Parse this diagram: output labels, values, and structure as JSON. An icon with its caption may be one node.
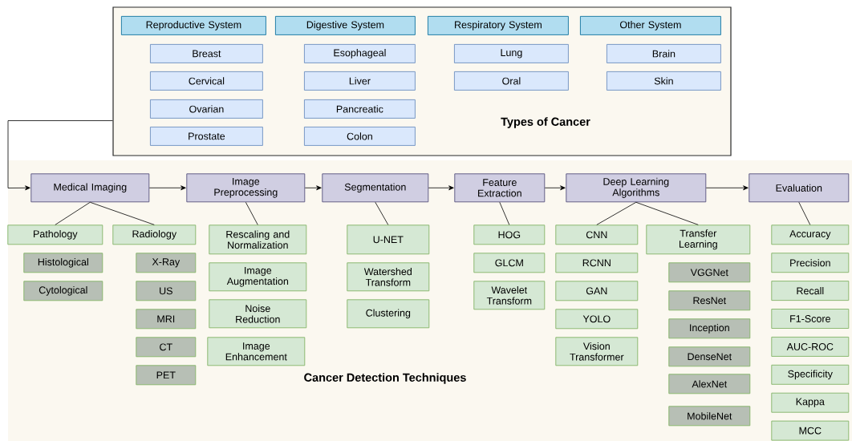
{
  "diagram": {
    "nodes": [
      {
        "text": [
          "Types of Cancer"
        ]
      },
      {
        "text": [
          "Reproductive System"
        ],
        "in": 0
      },
      {
        "text": [
          "Breast"
        ],
        "in": 0
      },
      {
        "text": [
          "Cervical"
        ],
        "in": 0
      },
      {
        "text": [
          "Ovarian"
        ],
        "in": 0
      },
      {
        "text": [
          "Prostate"
        ],
        "in": 0
      },
      {
        "text": [
          "Digestive System"
        ],
        "in": 0
      },
      {
        "text": [
          "Esophageal"
        ],
        "in": 0
      },
      {
        "text": [
          "Liver"
        ],
        "in": 0
      },
      {
        "text": [
          "Pancreatic"
        ],
        "in": 0
      },
      {
        "text": [
          "Colon"
        ],
        "in": 0
      },
      {
        "text": [
          "Respiratory System"
        ],
        "in": 0
      },
      {
        "text": [
          "Lung"
        ],
        "in": 0
      },
      {
        "text": [
          "Oral"
        ],
        "in": 0
      },
      {
        "text": [
          "Other System"
        ],
        "in": 0
      },
      {
        "text": [
          "Brain"
        ],
        "in": 0
      },
      {
        "text": [
          "Skin"
        ],
        "in": 0
      },
      {
        "text": [
          "Cancer Detection Techniques"
        ]
      },
      {
        "text": [
          "Medical Imaging"
        ],
        "in": 17
      },
      {
        "text": [
          "Image Preprocessing"
        ],
        "in": 17
      },
      {
        "text": [
          "Segmentation"
        ],
        "in": 17
      },
      {
        "text": [
          "Feature Extraction"
        ],
        "in": 17
      },
      {
        "text": [
          "Deep Learning Algorithms"
        ],
        "in": 17
      },
      {
        "text": [
          "Evaluation"
        ],
        "in": 17
      },
      {
        "text": [
          "Pathology"
        ],
        "in": 17
      },
      {
        "text": [
          "Histological"
        ],
        "in": 17
      },
      {
        "text": [
          "Cytological"
        ],
        "in": 17
      },
      {
        "text": [
          "Radiology"
        ],
        "in": 17
      },
      {
        "text": [
          "X-Ray"
        ],
        "in": 17
      },
      {
        "text": [
          "US"
        ],
        "in": 17
      },
      {
        "text": [
          "MRI"
        ],
        "in": 17
      },
      {
        "text": [
          "CT"
        ],
        "in": 17
      },
      {
        "text": [
          "PET"
        ],
        "in": 17
      },
      {
        "text": [
          "Rescaling and Normalization"
        ],
        "in": 17
      },
      {
        "text": [
          "Image Augmentation"
        ],
        "in": 17
      },
      {
        "text": [
          "Noise Reduction"
        ],
        "in": 17
      },
      {
        "text": [
          "Image Enhancement"
        ],
        "in": 17
      },
      {
        "text": [
          "U-NET"
        ],
        "in": 17
      },
      {
        "text": [
          "Watershed Transform"
        ],
        "in": 17
      },
      {
        "text": [
          "Clustering"
        ],
        "in": 17
      },
      {
        "text": [
          "HOG"
        ],
        "in": 17
      },
      {
        "text": [
          "GLCM"
        ],
        "in": 17
      },
      {
        "text": [
          "Wavelet Transform"
        ],
        "in": 17
      },
      {
        "text": [
          "CNN"
        ],
        "in": 17
      },
      {
        "text": [
          "RCNN"
        ],
        "in": 17
      },
      {
        "text": [
          "GAN"
        ],
        "in": 17
      },
      {
        "text": [
          "YOLO"
        ],
        "in": 17
      },
      {
        "text": [
          "Vision Transformer"
        ],
        "in": 17
      },
      {
        "text": [
          "Transfer Learning"
        ],
        "in": 17
      },
      {
        "text": [
          "VGGNet"
        ],
        "in": 17
      },
      {
        "text": [
          "ResNet"
        ],
        "in": 17
      },
      {
        "text": [
          "Inception"
        ],
        "in": 17
      },
      {
        "text": [
          "DenseNet"
        ],
        "in": 17
      },
      {
        "text": [
          "AlexNet"
        ],
        "in": 17
      },
      {
        "text": [
          "MobileNet"
        ],
        "in": 17
      },
      {
        "text": [
          "Accuracy"
        ],
        "in": 17
      },
      {
        "text": [
          "Precision"
        ],
        "in": 17
      },
      {
        "text": [
          "Recall"
        ],
        "in": 17
      },
      {
        "text": [
          "F1-Score"
        ],
        "in": 17
      },
      {
        "text": [
          "AUC-ROC"
        ],
        "in": 17
      },
      {
        "text": [
          "Specificity"
        ],
        "in": 17
      },
      {
        "text": [
          "Kappa"
        ],
        "in": 17
      },
      {
        "text": [
          "MCC"
        ],
        "in": 17
      }
    ],
    "edges": [
      {
        "from": 0,
        "to": 18,
        "arrow": "to"
      },
      {
        "from": 18,
        "to": 19,
        "arrow": "to"
      },
      {
        "from": 19,
        "to": 20,
        "arrow": "to"
      },
      {
        "from": 20,
        "to": 21,
        "arrow": "to"
      },
      {
        "from": 21,
        "to": 22,
        "arrow": "to"
      },
      {
        "from": 22,
        "to": 23,
        "arrow": "to"
      },
      {
        "from": 18,
        "to": 24,
        "arrow": "none"
      },
      {
        "from": 18,
        "to": 27,
        "arrow": "none"
      },
      {
        "from": 19,
        "to": 33,
        "arrow": "none"
      },
      {
        "from": 20,
        "to": 37,
        "arrow": "none"
      },
      {
        "from": 21,
        "to": 40,
        "arrow": "none"
      },
      {
        "from": 22,
        "to": 43,
        "arrow": "none"
      },
      {
        "from": 22,
        "to": 48,
        "arrow": "none"
      },
      {
        "from": 23,
        "to": 55,
        "arrow": "none"
      }
    ]
  }
}
